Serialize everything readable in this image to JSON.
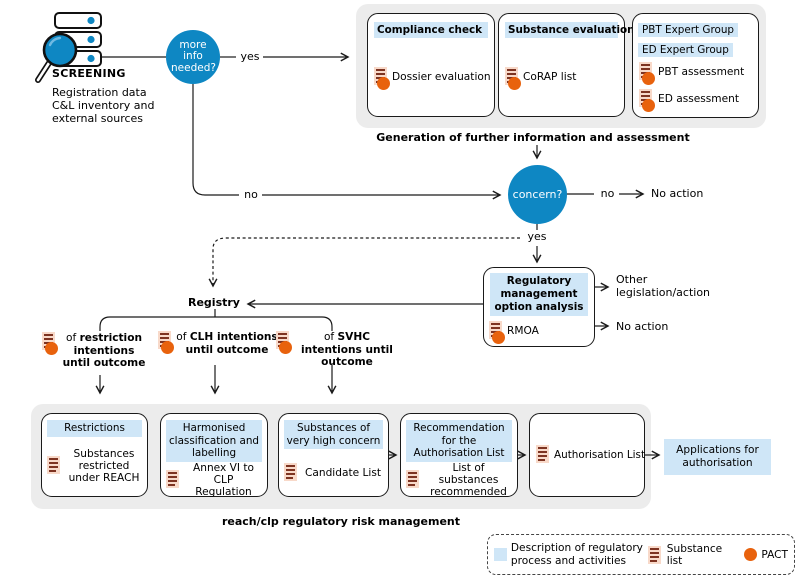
{
  "colors": {
    "accent_blue": "#0e87c3",
    "light_blue": "#cfe6f7",
    "panel_gray": "#ececec",
    "pact_orange": "#e8620d",
    "list_icon_bg": "#f8d9c9",
    "list_icon_lines": "#7d3321"
  },
  "screening": {
    "title": "SCREENING",
    "description": "Registration data\nC&L inventory and\nexternal sources"
  },
  "decisions": {
    "more_info": "more info needed?",
    "concern": "concern?"
  },
  "edge_labels": {
    "yes_top": "yes",
    "no_down": "no",
    "no_right": "no",
    "yes_down": "yes"
  },
  "outcomes": {
    "no_action_top": "No action",
    "other_legislation": "Other\nlegislation/action",
    "no_action_rmoa": "No action"
  },
  "captions": {
    "top": "Generation of further information and assessment",
    "bottom": "reach/clp regulatory risk management"
  },
  "top_panel": {
    "compliance": {
      "header": "Compliance check",
      "item": "Dossier evaluation"
    },
    "substance_evaluation": {
      "header": "Substance evaluation",
      "item": "CoRAP list"
    },
    "expert_groups": {
      "headers": [
        "PBT Expert Group",
        "ED Expert Group"
      ],
      "items": [
        "PBT assessment",
        "ED assessment"
      ]
    }
  },
  "rmoa": {
    "header": "Regulatory management option analysis",
    "item": "RMOA"
  },
  "registry": {
    "label": "Registry",
    "items": [
      {
        "prefix": "of",
        "bold": "restriction intentions until outcome"
      },
      {
        "prefix": "of",
        "bold": "CLH intentions until outcome"
      },
      {
        "prefix": "of",
        "bold": "SVHC intentions until outcome"
      }
    ]
  },
  "bottom_panel": {
    "boxes": [
      {
        "header": "Restrictions",
        "item": "Substances restricted under REACH"
      },
      {
        "header": "Harmonised classification and labelling",
        "item": "Annex VI to CLP Regulation"
      },
      {
        "header": "Substances of very high concern",
        "item": "Candidate List"
      },
      {
        "header": "Recommendation for the Authorisation List",
        "item": "List of substances recommended"
      },
      {
        "header": "",
        "item": "Authorisation List"
      }
    ],
    "result": "Applications for authorisation"
  },
  "legend": {
    "description": "Description of regulatory process and activities",
    "substance_list": "Substance list",
    "pact": "PACT"
  }
}
